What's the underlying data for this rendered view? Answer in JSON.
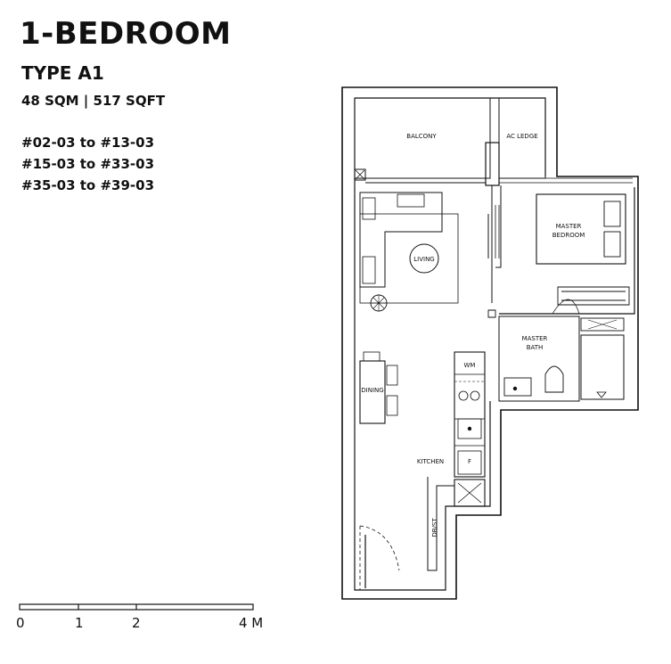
{
  "header": {
    "title": "1-BEDROOM",
    "type": "TYPE A1",
    "area": "48 SQM | 517 SQFT"
  },
  "units": [
    "#02-03 to #13-03",
    "#15-03 to #33-03",
    "#35-03 to #39-03"
  ],
  "rooms": {
    "balcony": "BALCONY",
    "ac_ledge": "AC LEDGE",
    "master_bedroom_l1": "MASTER",
    "master_bedroom_l2": "BEDROOM",
    "living": "LIVING",
    "master_bath_l1": "MASTER",
    "master_bath_l2": "BATH",
    "dining": "DINING",
    "wm": "WM",
    "kitchen": "KITCHEN",
    "fridge": "F",
    "db_st": "DB/ST"
  },
  "scale": {
    "labels": [
      "0",
      "1",
      "2",
      "4 M"
    ]
  }
}
